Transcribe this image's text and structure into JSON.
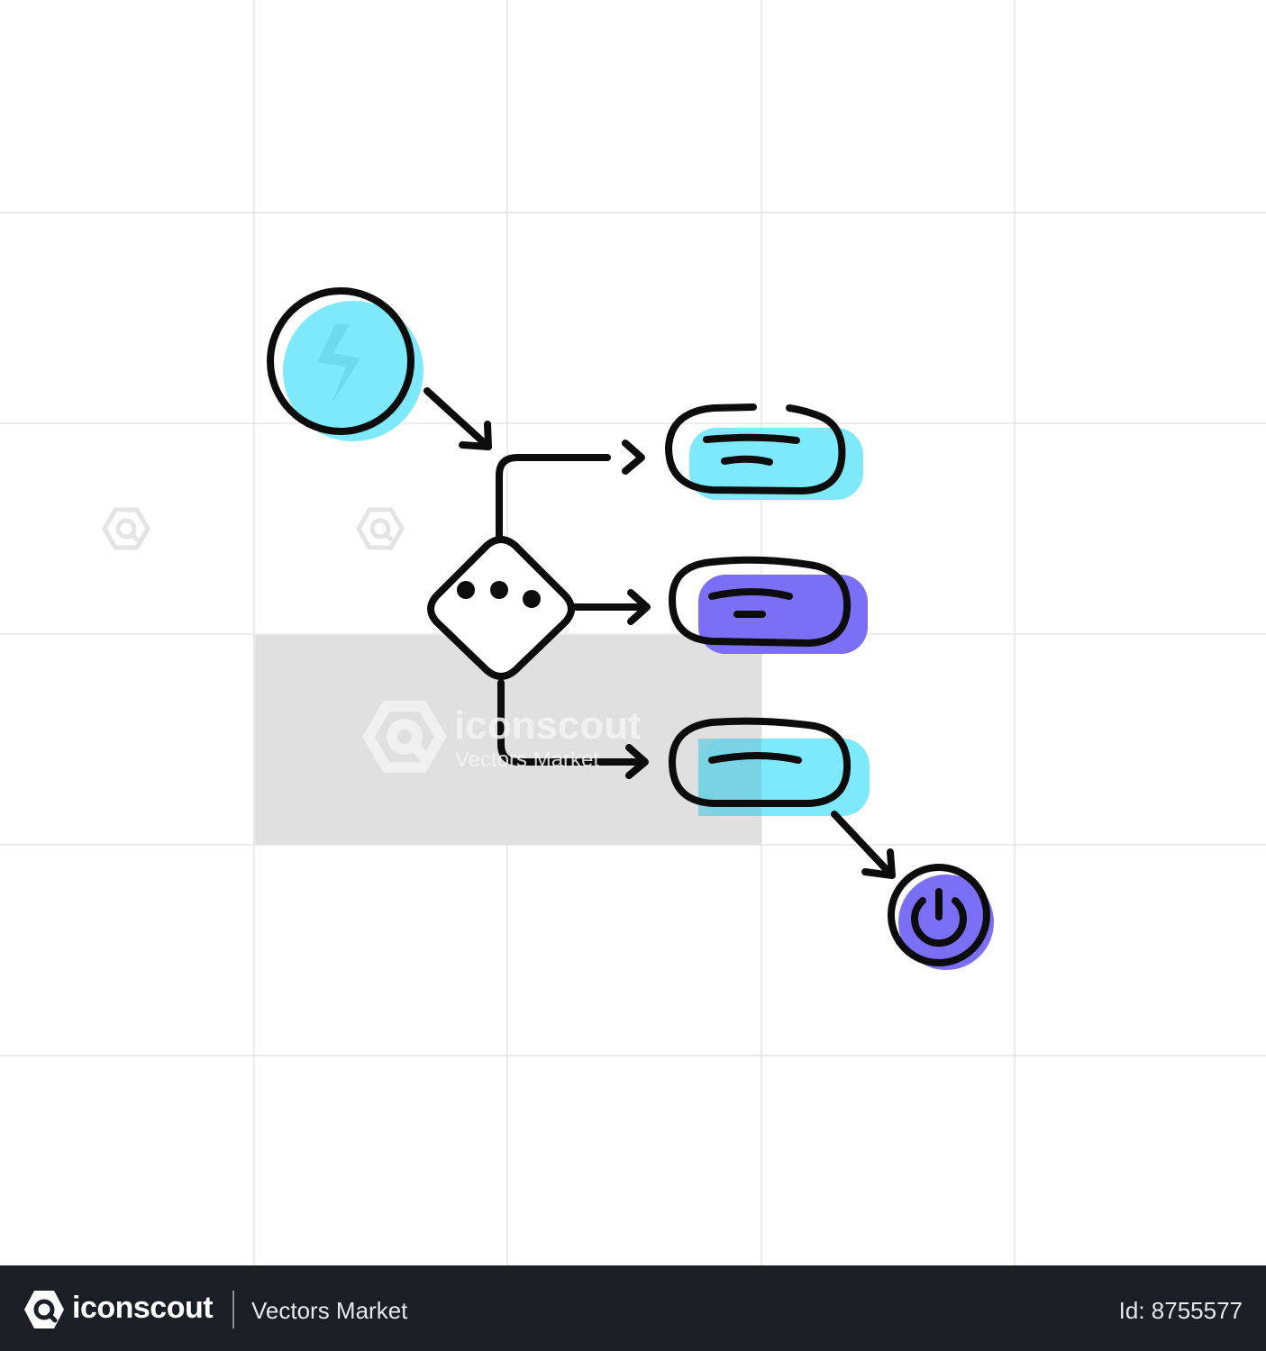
{
  "watermark": {
    "brand": "iconscout",
    "author": "Vectors Market"
  },
  "footer": {
    "brand": "iconscout",
    "author": "Vectors Market",
    "asset_id": "Id: 8755577"
  },
  "colors": {
    "cyan": "#7de9fb",
    "purple": "#7a6ff5",
    "stroke": "#0c0c0c",
    "grid": "#e6e6e6",
    "gray_block": "#e0e0e0"
  },
  "diagram": {
    "nodes": [
      {
        "name": "start-node",
        "shape": "circle",
        "icon": "lightning-icon"
      },
      {
        "name": "decision-node",
        "shape": "diamond",
        "icon": "ellipsis-icon"
      },
      {
        "name": "process-node-1",
        "shape": "rounded-rect"
      },
      {
        "name": "process-node-2",
        "shape": "rounded-rect"
      },
      {
        "name": "process-node-3",
        "shape": "rounded-rect"
      },
      {
        "name": "end-node",
        "shape": "circle",
        "icon": "power-icon"
      }
    ]
  }
}
